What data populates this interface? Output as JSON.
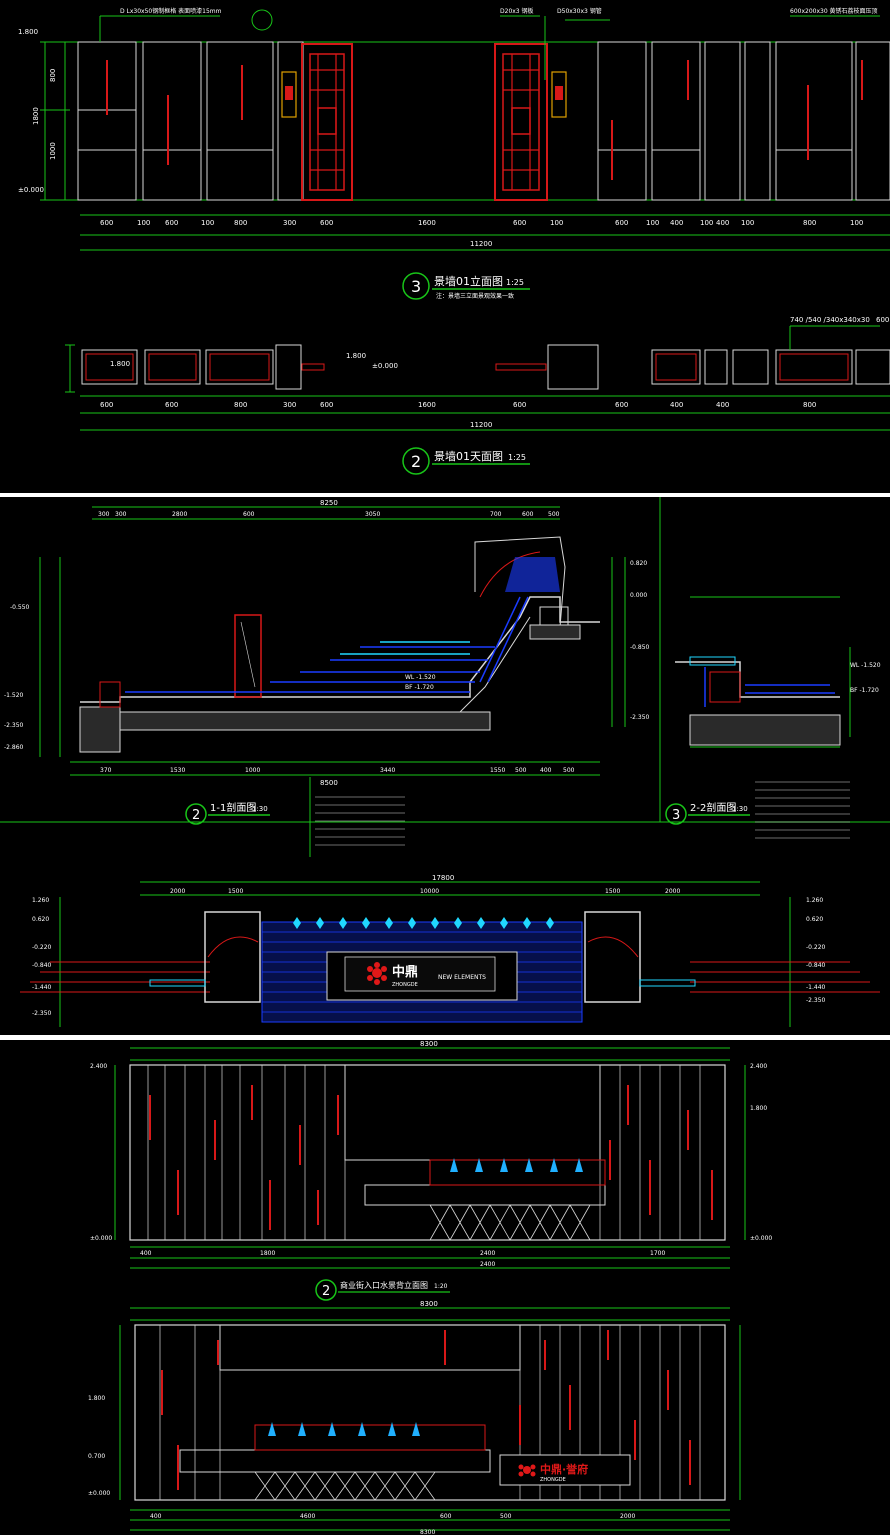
{
  "sheet1": {
    "elevation_title": "景墙01立面图",
    "elevation_scale": "1:25",
    "elevation_num": "3",
    "elevation_note": "注：景墙三立面景观效果一致",
    "plan_title": "景墙01天面图",
    "plan_scale": "1:25",
    "plan_num": "2",
    "dims_top": [
      "600",
      "100",
      "600",
      "100",
      "800",
      "300",
      "600",
      "1600",
      "600",
      "100",
      "600",
      "100",
      "400",
      "100",
      "400",
      "100",
      "800",
      "100"
    ],
    "total": "11200",
    "levels": [
      "1.800",
      "±0.000"
    ],
    "vdims": [
      "800",
      "1000",
      "1800"
    ],
    "notes": [
      "D Lx30x50钢制框格 表面喷漆15mm",
      "D20x3 钢板",
      "D50x30x3 钢管",
      "600x200x30 黄锈石荔枝面压顶",
      "740 /540 /340x340x30",
      "600"
    ],
    "plan_levels": [
      "1.800",
      "±0.000",
      "1.800"
    ]
  },
  "sheet2": {
    "section1_title": "1-1剖面图",
    "section1_scale": "1:30",
    "section1_num": "2",
    "section2_title": "2-2剖面图",
    "section2_scale": "1:30",
    "section2_num": "3",
    "total_top": "8250",
    "dims_top": [
      "300",
      "300",
      "2800",
      "600",
      "3050",
      "700",
      "600",
      "500"
    ],
    "dims_bottom": [
      "370",
      "1530",
      "1000",
      "3440",
      "1550",
      "500",
      "400",
      "500"
    ],
    "total_bottom": "8500",
    "levels_left": [
      "-0.550",
      "-1.520",
      "-2.350",
      "-2.860"
    ],
    "levels_right": [
      "0.820",
      "0.000",
      "-0.850",
      "-2.350"
    ],
    "wl": "WL -1.520",
    "bf": "BF -1.720",
    "front_total": "17800",
    "front_dims": [
      "2000",
      "1500",
      "10000",
      "1500",
      "2000"
    ],
    "front_levels": [
      "1.260",
      "0.620",
      "-0.220",
      "-0.840",
      "-1.440",
      "-2.350"
    ],
    "logo_cn": "中鼎",
    "logo_en_left": "ZHONGDE",
    "logo_en_right": "NEW ELEMENTS"
  },
  "sheet3": {
    "title": "商业街入口水景背立面图",
    "scale": "1:20",
    "num": "2",
    "total": "8300",
    "dims_bottom": [
      "400",
      "1800",
      "2400",
      "1700"
    ],
    "total_bottom": "2400",
    "levels": [
      "2.400",
      "1.800",
      "±0.000"
    ],
    "levels2": [
      "1.800",
      "0.700",
      "±0.000"
    ],
    "total2": "8300",
    "dims2": [
      "400",
      "4600",
      "600",
      "500",
      "2000"
    ],
    "logo": "中鼎·誉府",
    "logo_en": "ZHONGDE"
  },
  "colors": {
    "line": "#18c418",
    "wall": "#d81818",
    "water": "#1a3cff",
    "cyan": "#20d8ff",
    "frame": "#ffffff"
  }
}
